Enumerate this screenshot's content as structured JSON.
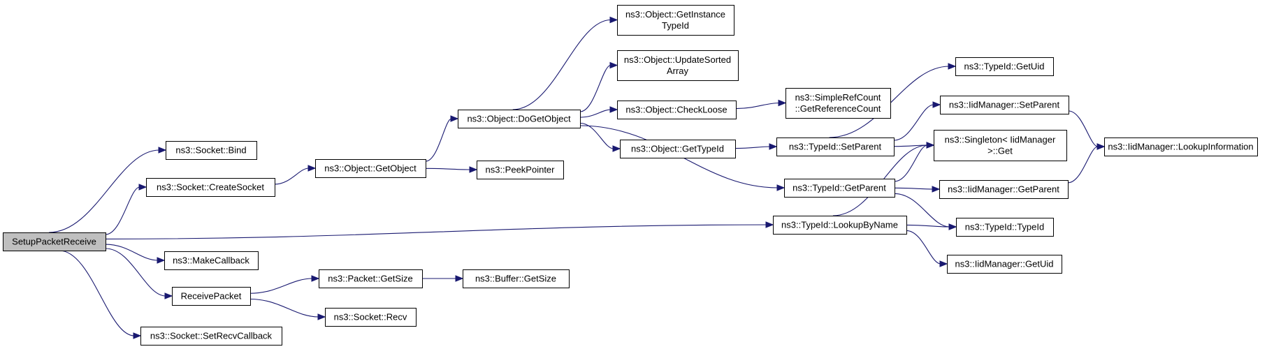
{
  "diagram": {
    "type": "call-graph",
    "colors": {
      "edge": "#191970",
      "root_fill": "#bfbfbf",
      "node_fill": "#ffffff",
      "border": "#000000"
    },
    "nodes": [
      {
        "id": "setup_packet_receive",
        "lines": [
          "SetupPacketReceive"
        ],
        "root": true
      },
      {
        "id": "socket_bind",
        "lines": [
          "ns3::Socket::Bind"
        ]
      },
      {
        "id": "socket_create_socket",
        "lines": [
          "ns3::Socket::CreateSocket"
        ]
      },
      {
        "id": "object_get_object",
        "lines": [
          "ns3::Object::GetObject"
        ]
      },
      {
        "id": "object_do_get_object",
        "lines": [
          "ns3::Object::DoGetObject"
        ]
      },
      {
        "id": "object_get_instance_typeid",
        "lines": [
          "ns3::Object::GetInstance",
          "TypeId"
        ]
      },
      {
        "id": "object_update_sorted_array",
        "lines": [
          "ns3::Object::UpdateSorted",
          "Array"
        ]
      },
      {
        "id": "object_check_loose",
        "lines": [
          "ns3::Object::CheckLoose"
        ]
      },
      {
        "id": "simple_ref_count_get_reference_count",
        "lines": [
          "ns3::SimpleRefCount",
          "::GetReferenceCount"
        ]
      },
      {
        "id": "object_get_typeid",
        "lines": [
          "ns3::Object::GetTypeId"
        ]
      },
      {
        "id": "peek_pointer",
        "lines": [
          "ns3::PeekPointer"
        ]
      },
      {
        "id": "typeid_set_parent",
        "lines": [
          "ns3::TypeId::SetParent"
        ]
      },
      {
        "id": "typeid_get_uid",
        "lines": [
          "ns3::TypeId::GetUid"
        ]
      },
      {
        "id": "iid_manager_set_parent",
        "lines": [
          "ns3::IidManager::SetParent"
        ]
      },
      {
        "id": "singleton_iid_manager_get",
        "lines": [
          "ns3::Singleton< IidManager",
          ">::Get"
        ]
      },
      {
        "id": "iid_manager_lookup_information",
        "lines": [
          "ns3::IidManager::LookupInformation"
        ]
      },
      {
        "id": "typeid_get_parent",
        "lines": [
          "ns3::TypeId::GetParent"
        ]
      },
      {
        "id": "iid_manager_get_parent",
        "lines": [
          "ns3::IidManager::GetParent"
        ]
      },
      {
        "id": "typeid_lookup_by_name",
        "lines": [
          "ns3::TypeId::LookupByName"
        ]
      },
      {
        "id": "typeid_typeid",
        "lines": [
          "ns3::TypeId::TypeId"
        ]
      },
      {
        "id": "iid_manager_get_uid",
        "lines": [
          "ns3::IidManager::GetUid"
        ]
      },
      {
        "id": "make_callback",
        "lines": [
          "ns3::MakeCallback"
        ]
      },
      {
        "id": "receive_packet",
        "lines": [
          "ReceivePacket"
        ]
      },
      {
        "id": "packet_get_size",
        "lines": [
          "ns3::Packet::GetSize"
        ]
      },
      {
        "id": "buffer_get_size",
        "lines": [
          "ns3::Buffer::GetSize"
        ]
      },
      {
        "id": "socket_recv",
        "lines": [
          "ns3::Socket::Recv"
        ]
      },
      {
        "id": "socket_set_recv_callback",
        "lines": [
          "ns3::Socket::SetRecvCallback"
        ]
      }
    ],
    "edges": [
      {
        "from": "setup_packet_receive",
        "to": "socket_bind"
      },
      {
        "from": "setup_packet_receive",
        "to": "socket_create_socket"
      },
      {
        "from": "setup_packet_receive",
        "to": "typeid_lookup_by_name"
      },
      {
        "from": "setup_packet_receive",
        "to": "make_callback"
      },
      {
        "from": "setup_packet_receive",
        "to": "receive_packet"
      },
      {
        "from": "setup_packet_receive",
        "to": "socket_set_recv_callback"
      },
      {
        "from": "socket_create_socket",
        "to": "object_get_object"
      },
      {
        "from": "object_get_object",
        "to": "object_do_get_object"
      },
      {
        "from": "object_get_object",
        "to": "peek_pointer"
      },
      {
        "from": "object_do_get_object",
        "to": "object_get_instance_typeid"
      },
      {
        "from": "object_do_get_object",
        "to": "object_update_sorted_array"
      },
      {
        "from": "object_do_get_object",
        "to": "object_check_loose"
      },
      {
        "from": "object_do_get_object",
        "to": "object_get_typeid"
      },
      {
        "from": "object_do_get_object",
        "to": "typeid_get_parent"
      },
      {
        "from": "object_check_loose",
        "to": "simple_ref_count_get_reference_count"
      },
      {
        "from": "object_get_typeid",
        "to": "typeid_set_parent"
      },
      {
        "from": "typeid_set_parent",
        "to": "typeid_get_uid"
      },
      {
        "from": "typeid_set_parent",
        "to": "iid_manager_set_parent"
      },
      {
        "from": "typeid_set_parent",
        "to": "singleton_iid_manager_get"
      },
      {
        "from": "iid_manager_set_parent",
        "to": "iid_manager_lookup_information"
      },
      {
        "from": "typeid_get_parent",
        "to": "singleton_iid_manager_get"
      },
      {
        "from": "typeid_get_parent",
        "to": "iid_manager_get_parent"
      },
      {
        "from": "typeid_get_parent",
        "to": "typeid_typeid"
      },
      {
        "from": "iid_manager_get_parent",
        "to": "iid_manager_lookup_information"
      },
      {
        "from": "typeid_lookup_by_name",
        "to": "singleton_iid_manager_get"
      },
      {
        "from": "typeid_lookup_by_name",
        "to": "typeid_typeid"
      },
      {
        "from": "typeid_lookup_by_name",
        "to": "iid_manager_get_uid"
      },
      {
        "from": "receive_packet",
        "to": "packet_get_size"
      },
      {
        "from": "receive_packet",
        "to": "socket_recv"
      },
      {
        "from": "packet_get_size",
        "to": "buffer_get_size"
      }
    ]
  }
}
